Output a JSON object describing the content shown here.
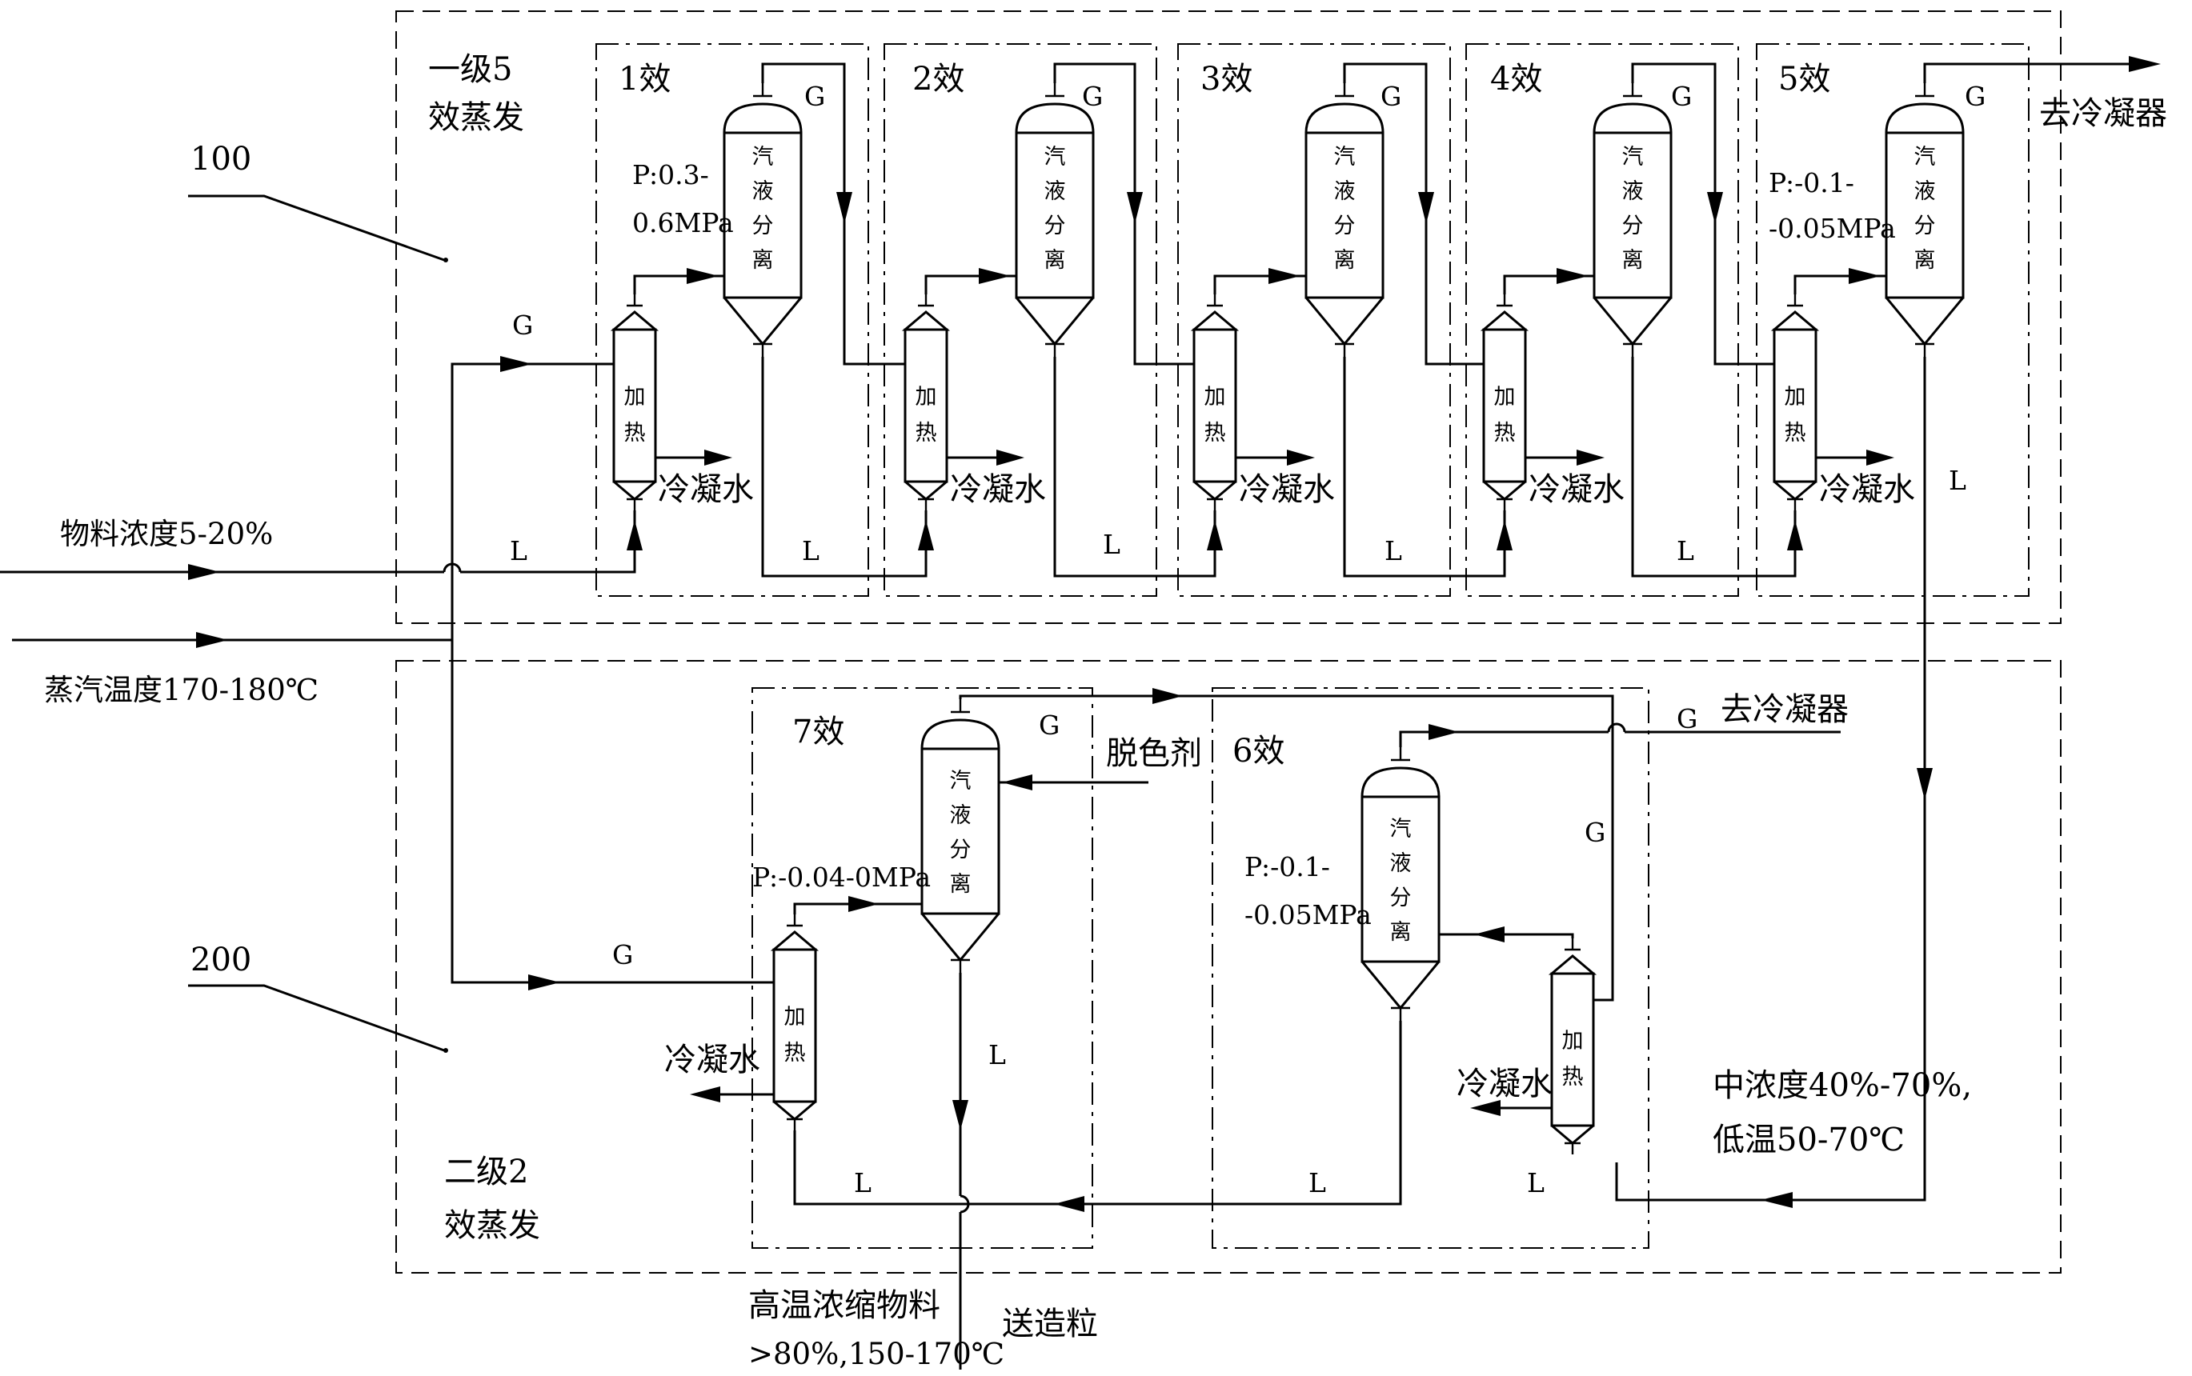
{
  "labels": {
    "ref_top": "100",
    "ref_bottom": "200",
    "stage1_l1": "一级5",
    "stage1_l2": "效蒸发",
    "stage2_l1": "二级2",
    "stage2_l2": "效蒸发",
    "feed": "物料浓度5-20%",
    "steam": "蒸汽温度170-180℃",
    "to_condenser_top": "去冷凝器",
    "to_condenser_mid": "去冷凝器",
    "decolor": "脱色剂",
    "mid_conc_l1": "中浓度40%-70%,",
    "mid_conc_l2": "低温50-70℃",
    "hot_conc_l1": "高温浓缩物料",
    "hot_conc_l2": ">80%,150-170℃",
    "to_granulation": "送造粒",
    "condensate": "冷凝水",
    "gas": "G",
    "liquid": "L",
    "heater_c1": "加",
    "heater_c2": "热",
    "sep_c1": "汽",
    "sep_c2": "液",
    "sep_c3": "分",
    "sep_c4": "离"
  },
  "effects": [
    {
      "name": "1效"
    },
    {
      "name": "2效"
    },
    {
      "name": "3效"
    },
    {
      "name": "4效"
    },
    {
      "name": "5效"
    },
    {
      "name": "6效"
    },
    {
      "name": "7效"
    }
  ],
  "pressures": {
    "e1_l1": "P:0.3-",
    "e1_l2": "0.6MPa",
    "e5_l1": "P:-0.1-",
    "e5_l2": "-0.05MPa",
    "e6_l1": "P:-0.1-",
    "e6_l2": "-0.05MPa",
    "e7": "P:-0.04-0MPa"
  }
}
